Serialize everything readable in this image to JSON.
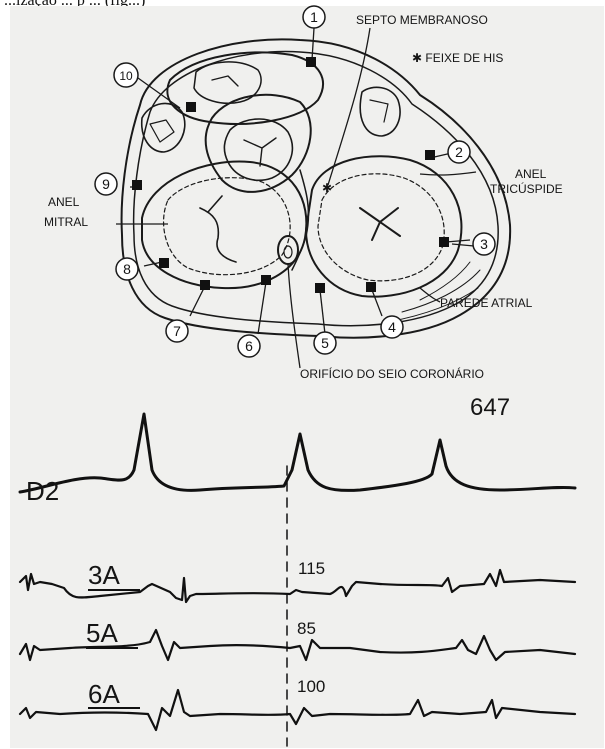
{
  "caption": "...ização ... p ... (fig...)",
  "diagram": {
    "labels": {
      "septo": "SEPTO MEMBRANOSO",
      "feixe": "✱ FEIXE DE HIS",
      "anel_tric_1": "ANEL",
      "anel_tric_2": "TRICÚSPIDE",
      "anel_mitral_1": "ANEL",
      "anel_mitral_2": "MITRAL",
      "parede": "PAREDE ATRIAL",
      "orificio": "ORIFÍCIO DO SEIO CORONÁRIO"
    },
    "sites": [
      {
        "n": "1"
      },
      {
        "n": "2"
      },
      {
        "n": "3"
      },
      {
        "n": "4"
      },
      {
        "n": "5"
      },
      {
        "n": "6"
      },
      {
        "n": "7"
      },
      {
        "n": "8"
      },
      {
        "n": "9"
      },
      {
        "n": "10"
      }
    ]
  },
  "recording": {
    "id": "647",
    "leads": [
      {
        "name": "D2"
      },
      {
        "name": "3A",
        "value": "115"
      },
      {
        "name": "5A",
        "value": "85"
      },
      {
        "name": "6A",
        "value": "100"
      }
    ]
  }
}
